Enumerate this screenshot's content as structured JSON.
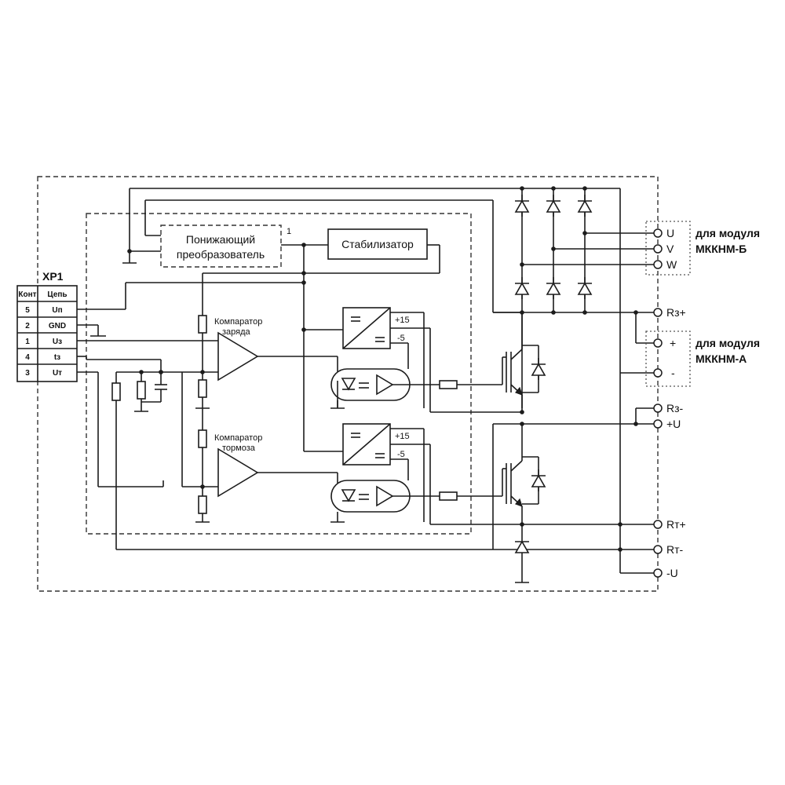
{
  "blocks": {
    "step_down_converter": "Понижающий преобразователь",
    "step_down_line1": "Понижающий",
    "step_down_line2": "преобразователь",
    "step_down_mark": "1",
    "stabilizer": "Стабилизатор",
    "charge_comparator_line1": "Компаратор",
    "charge_comparator_line2": "заряда",
    "brake_comparator_line1": "Компаратор",
    "brake_comparator_line2": "тормоза",
    "plus15": "+15",
    "minus5": "-5"
  },
  "connector": {
    "name": "XP1",
    "headers": [
      "Конт",
      "Цепь"
    ],
    "rows": [
      {
        "contact": "5",
        "circuit": "Uп"
      },
      {
        "contact": "2",
        "circuit": "GND"
      },
      {
        "contact": "1",
        "circuit": "Uз"
      },
      {
        "contact": "4",
        "circuit": "tз"
      },
      {
        "contact": "3",
        "circuit": "Uт"
      }
    ]
  },
  "terminals": {
    "U": "U",
    "V": "V",
    "W": "W",
    "Rz_plus": "Rз+",
    "plus": "+",
    "minus": "-",
    "Rz_minus": "Rз-",
    "plus_U": "+U",
    "Rt_plus": "Rт+",
    "Rt_minus": "Rт-",
    "minus_U": "-U"
  },
  "modules": {
    "b_line1": "для модуля",
    "b_line2": "МККНМ-Б",
    "a_line1": "для модуля",
    "a_line2": "МККНМ-А"
  }
}
